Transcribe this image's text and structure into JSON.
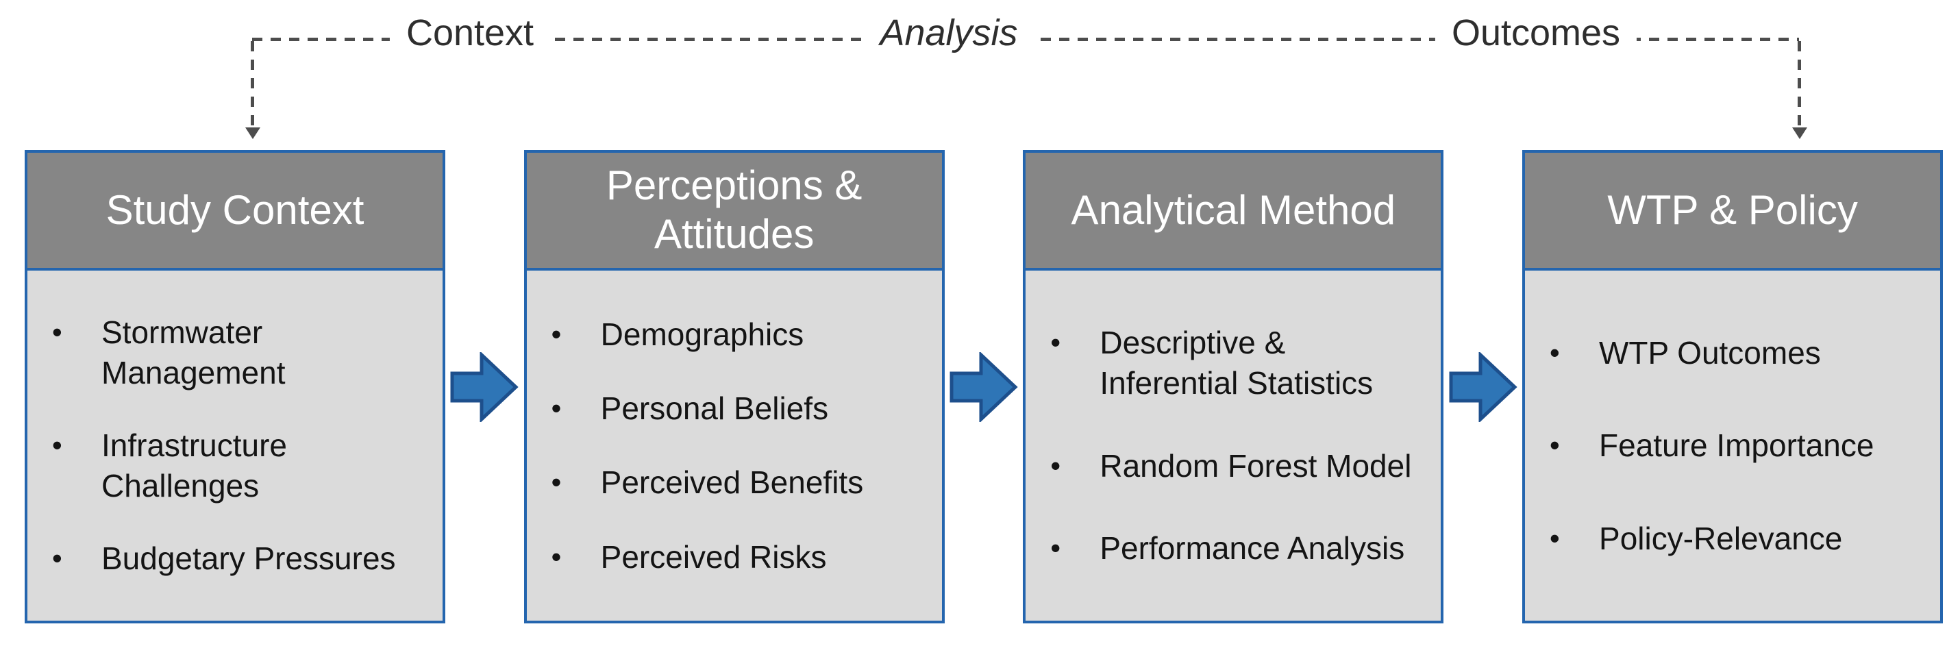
{
  "bracket": {
    "labels": [
      {
        "text": "Context"
      },
      {
        "text": "Analysis"
      },
      {
        "text": "Outcomes"
      }
    ]
  },
  "boxes": [
    {
      "title": "Study Context",
      "items": [
        "Stormwater Management",
        "Infrastructure Challenges",
        "Budgetary Pressures"
      ]
    },
    {
      "title": "Perceptions & Attitudes",
      "items": [
        "Demographics",
        "Personal Beliefs",
        "Perceived Benefits",
        "Perceived Risks"
      ]
    },
    {
      "title": "Analytical Method",
      "items": [
        "Descriptive & Inferential Statistics",
        "Random Forest Model",
        "Performance Analysis"
      ]
    },
    {
      "title": "WTP & Policy",
      "items": [
        "WTP Outcomes",
        "Feature Importance",
        "Policy-Relevance"
      ]
    }
  ],
  "glyphs": {
    "bullet": "•"
  },
  "icons": {
    "flow_arrow": "right-block-arrow",
    "bracket_left_arrow": "dashed-down-arrow",
    "bracket_right_arrow": "dashed-down-arrow"
  },
  "colors": {
    "box_border": "#2465AE",
    "header_bg": "#868686",
    "body_bg": "#DBDBDB",
    "header_text": "#FFFFFF",
    "bullet_text": "#141414",
    "label_text": "#2E2E2E",
    "dash": "#4D4D4D",
    "arrow_fill": "#2E75B6",
    "arrow_stroke": "#1D4F8C",
    "page_bg": "#FFFFFF"
  }
}
